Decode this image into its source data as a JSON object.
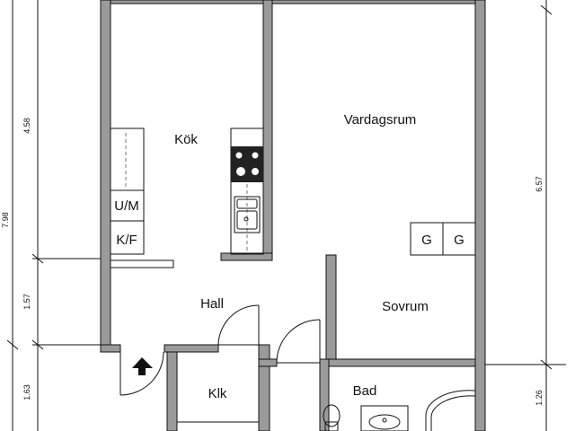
{
  "rooms": {
    "kitchen": "Kök",
    "living": "Vardagsrum",
    "hall": "Hall",
    "bedroom": "Sovrum",
    "closet": "Klk",
    "bath": "Bad"
  },
  "fixtures": {
    "freezer": "U/M",
    "fridge_freezer": "K/F",
    "wardrobe_1": "G",
    "wardrobe_2": "G"
  },
  "dimensions": {
    "left": [
      "4.58",
      "7.98",
      "1.57",
      "1.63"
    ],
    "right": [
      "6.57",
      "1.26"
    ]
  }
}
